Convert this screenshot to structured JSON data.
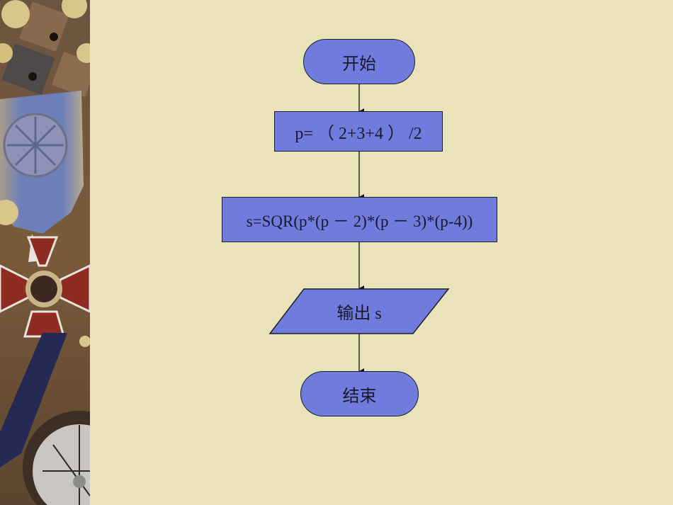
{
  "colors": {
    "background": "#EAE3B9",
    "shape_fill": "#6F7CDD",
    "shape_stroke": "#1F1F2A",
    "text": "#1A1A2A"
  },
  "decoration": {
    "left_image": "medals-and-compass-photo"
  },
  "flowchart": {
    "start": {
      "type": "terminator",
      "label": "开始"
    },
    "step1": {
      "type": "process",
      "label": "p= （ 2+3+4 ） /2"
    },
    "step2": {
      "type": "process",
      "label": "s=SQR(p*(p － 2)*(p  － 3)*(p-4))"
    },
    "output": {
      "type": "input-output",
      "label": "输出 s"
    },
    "end": {
      "type": "terminator",
      "label": "结束"
    },
    "edges": [
      {
        "from": "start",
        "to": "step1"
      },
      {
        "from": "step1",
        "to": "step2"
      },
      {
        "from": "step2",
        "to": "output"
      },
      {
        "from": "output",
        "to": "end"
      }
    ]
  }
}
